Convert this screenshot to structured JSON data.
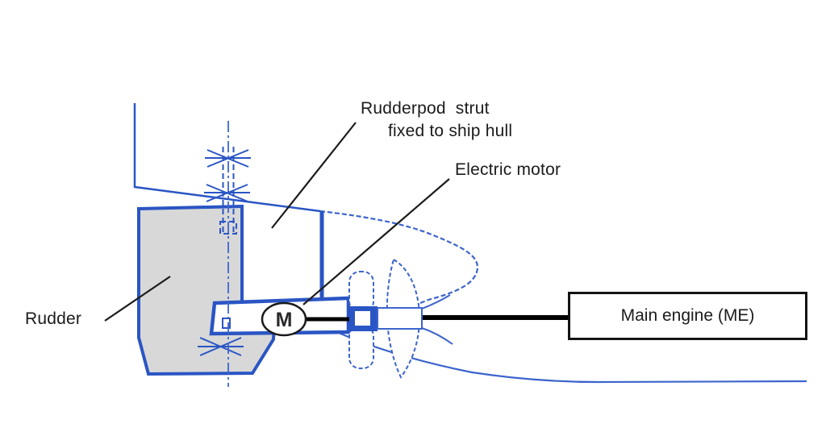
{
  "diagram": {
    "title_context": "Rudderpod propulsion arrangement",
    "labels": {
      "rudderpod_strut_line1": "Rudderpod  strut",
      "rudderpod_strut_line2": "fixed to ship hull",
      "electric_motor": "Electric motor",
      "rudder": "Rudder",
      "main_engine": "Main engine (ME)",
      "motor_symbol": "M"
    },
    "colors": {
      "line_blue": "#2a55c4",
      "thin_line_blue": "#3c64cc",
      "rudder_fill": "#d8d8d8",
      "leader_line": "#1c1c1c",
      "shaft_black": "#000000",
      "text": "#1b1b1b",
      "background": "#ffffff"
    }
  }
}
